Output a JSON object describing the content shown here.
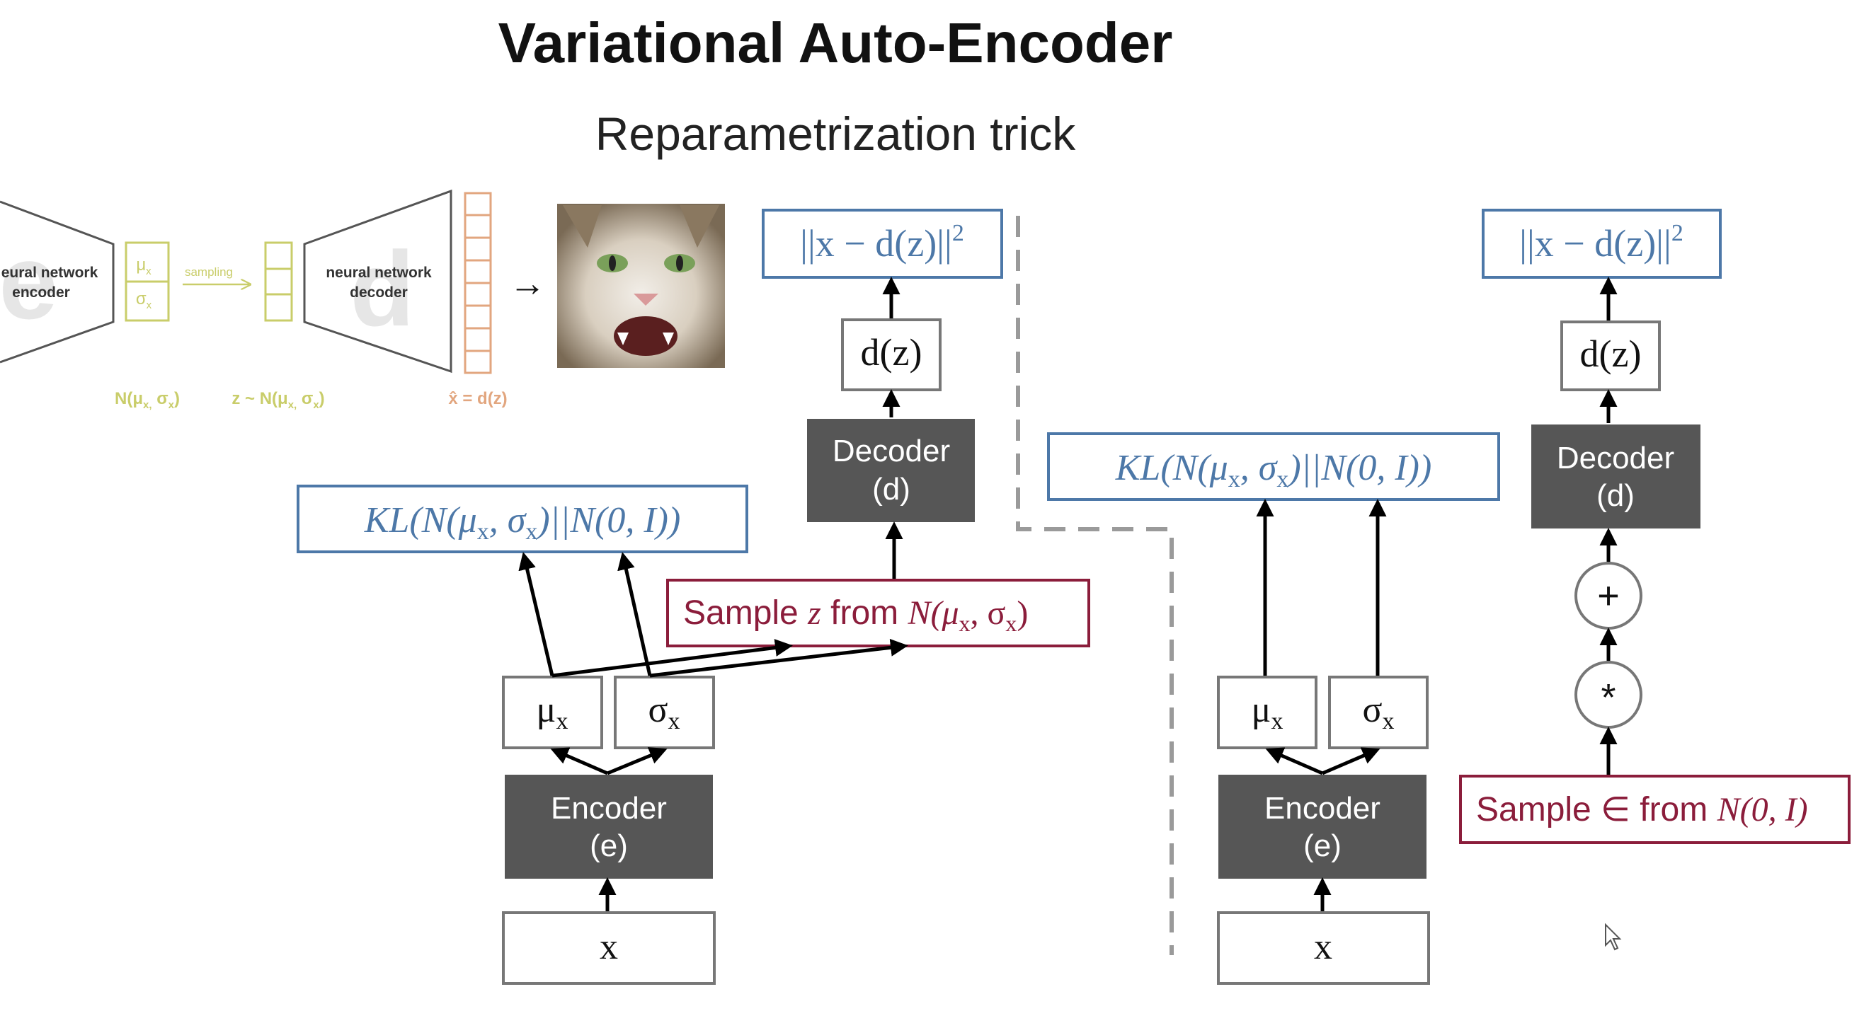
{
  "title": "Variational Auto-Encoder",
  "subtitle": "Reparametrization trick",
  "colors": {
    "blue": "#4d78a8",
    "red": "#8b1d3b",
    "dark_box": "#565656",
    "yellow": "#c9cd6a",
    "orange": "#e2a67f",
    "gray_dash": "#9a9a9a"
  },
  "inset": {
    "encoder_label": "eural network\nencoder",
    "encoder_watermark": "e",
    "mu_label": "μ",
    "mu_sub": "x",
    "sigma_label": "σ",
    "sigma_sub": "x",
    "sampling_label": "sampling",
    "decoder_label": "neural network\ndecoder",
    "decoder_watermark": "d",
    "dist_label_1": "N(μ",
    "dist_label_1_sub": "x,",
    "dist_label_1_mid": "σ",
    "dist_label_1_sub2": "x",
    "dist_label_1_end": ")",
    "dist_label_2": "z ~ N(μ",
    "dist_label_2_sub": "x,",
    "dist_label_2_mid": "σ",
    "dist_label_2_sub2": "x",
    "dist_label_2_end": ")",
    "recon_label": "x̂ = d(z)",
    "arrow": "→",
    "image_alt": "cat photo"
  },
  "left": {
    "recon_loss": "||x − d(z)||",
    "recon_loss_sup": "2",
    "dz": "d(z)",
    "decoder": "Decoder",
    "decoder_sub": "(d)",
    "kl": "KL(N(μ",
    "kl_sub1": "x",
    "kl_mid": ", σ",
    "kl_sub2": "x",
    "kl_end": ")||N(0, I))",
    "sample_prefix": "Sample ",
    "sample_var": "z",
    "sample_mid": "  from ",
    "sample_dist": "N(μ",
    "sample_sub1": "x",
    "sample_mid2": ", σ",
    "sample_sub2": "x",
    "sample_end": ")",
    "mu": "μ",
    "mu_sub": "x",
    "sigma": "σ",
    "sigma_sub": "x",
    "encoder": "Encoder",
    "encoder_sub": "(e)",
    "x": "x"
  },
  "right": {
    "recon_loss": "||x − d(z)||",
    "recon_loss_sup": "2",
    "dz": "d(z)",
    "decoder": "Decoder",
    "decoder_sub": "(d)",
    "kl": "KL(N(μ",
    "kl_sub1": "x",
    "kl_mid": ", σ",
    "kl_sub2": "x",
    "kl_end": ")||N(0, I))",
    "plus": "+",
    "times": "*",
    "sample_text": "Sample ∈ from ",
    "sample_dist": "N(0, I)",
    "mu": "μ",
    "mu_sub": "x",
    "sigma": "σ",
    "sigma_sub": "x",
    "encoder": "Encoder",
    "encoder_sub": "(e)",
    "x": "x"
  }
}
